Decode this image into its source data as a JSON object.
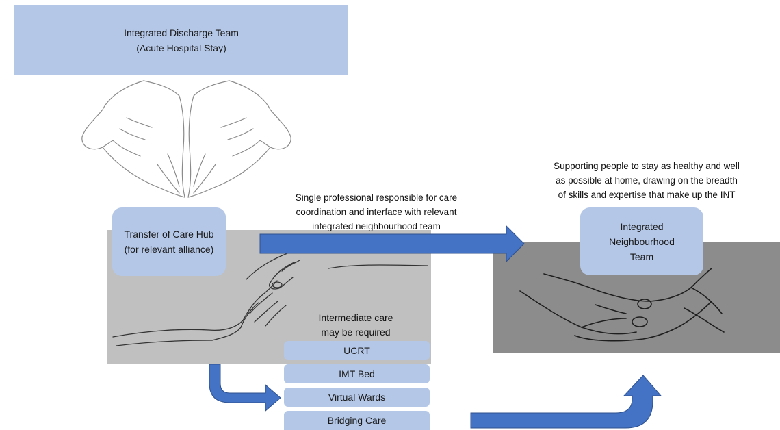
{
  "discharge_team": {
    "line1": "Integrated Discharge Team",
    "line2": "(Acute Hospital Stay)"
  },
  "transfer_hub": {
    "line1": "Transfer of Care Hub",
    "line2": "(for relevant alliance)"
  },
  "single_professional": {
    "line1": "Single professional responsible for care",
    "line2": "coordination and interface with relevant",
    "line3": "integrated neighbourhood team"
  },
  "supporting_note": {
    "line1": "Supporting people to stay as healthy and well",
    "line2": "as possible at home, drawing on the breadth",
    "line3": "of skills and expertise that make up the INT"
  },
  "int_team": {
    "line1": "Integrated",
    "line2": "Neighbourhood",
    "line3": "Team"
  },
  "intermediate_note": {
    "line1": "Intermediate care",
    "line2": "may be required"
  },
  "care_options": [
    "UCRT",
    "IMT Bed",
    "Virtual Wards",
    "Bridging Care"
  ],
  "colors": {
    "box_fill": "#b4c7e7",
    "arrow_fill": "#4472c4",
    "arrow_stroke": "#2f528f",
    "panel_light": "#c0c0c0",
    "panel_dark": "#8c8c8c"
  }
}
